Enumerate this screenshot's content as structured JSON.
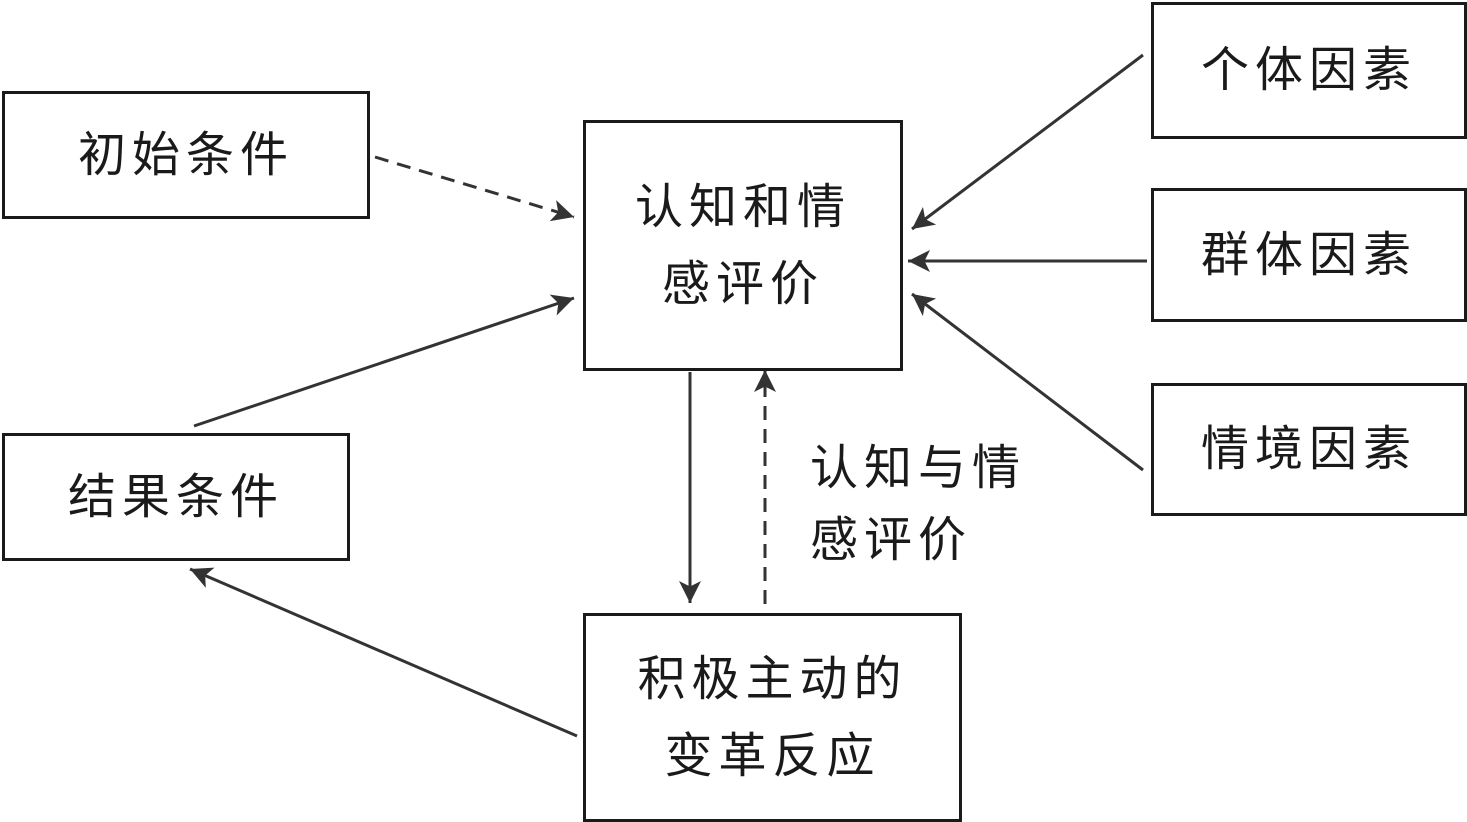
{
  "nodes": {
    "initial_conditions": "初始条件",
    "result_conditions": "结果条件",
    "appraisal": {
      "line1": "认知和情",
      "line2": "感评价"
    },
    "response": {
      "line1": "积极主动的",
      "line2": "变革反应"
    },
    "individual_factors": "个体因素",
    "group_factors": "群体因素",
    "situational_factors": "情境因素"
  },
  "edge_labels": {
    "feedback": {
      "line1": "认知与情",
      "line2": "感评价"
    }
  },
  "edges": [
    {
      "from": "initial_conditions",
      "to": "appraisal",
      "style": "dashed"
    },
    {
      "from": "result_conditions",
      "to": "appraisal",
      "style": "solid"
    },
    {
      "from": "individual_factors",
      "to": "appraisal",
      "style": "solid"
    },
    {
      "from": "group_factors",
      "to": "appraisal",
      "style": "solid"
    },
    {
      "from": "situational_factors",
      "to": "appraisal",
      "style": "solid"
    },
    {
      "from": "appraisal",
      "to": "response",
      "style": "solid"
    },
    {
      "from": "response",
      "to": "appraisal",
      "style": "dashed",
      "label": "feedback"
    },
    {
      "from": "response",
      "to": "result_conditions",
      "style": "solid"
    }
  ],
  "colors": {
    "stroke": "#333333",
    "text": "#1a1a1a",
    "background": "#ffffff"
  }
}
